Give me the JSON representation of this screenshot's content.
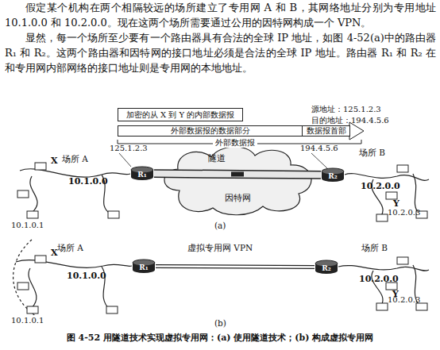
{
  "diagram": {
    "caption": "图 4-52 用隧道技术实现虚拟专用网：(a) 使用隧道技术；(b) 构成虚拟专用网",
    "nodes": [
      {
        "text": [
          "加密的从 X 到 Y 的内部数据报"
        ]
      },
      {
        "text": [
          "外部数据报的数据部分"
        ]
      },
      {
        "text": [
          "数据报首部"
        ]
      },
      {
        "text": [
          "因特网"
        ]
      },
      {
        "text": [
          "R₁"
        ]
      },
      {
        "text": [
          "R₂"
        ]
      },
      {
        "text": [
          "R₁"
        ]
      },
      {
        "text": [
          "R₂"
        ]
      }
    ],
    "edges": [
      {
        "from": 4,
        "to": 5,
        "arrow": "none",
        "label": "隧道"
      },
      {
        "from": 6,
        "to": 7,
        "arrow": "none",
        "label": "虚拟专用网 VPN"
      }
    ],
    "labels": [
      "假定某个机构在两个相隔较远的场所建立了专用网 A 和 B，其网络地址分别为专用地址 10.1.0.0 和 10.2.0.0。现在这两个场所需要通过公用的因特网构成一个 VPN。",
      "显然，每一个场所至少要有一个路由器具有合法的全球 IP 地址，如图 4-52(a)中的路由器 R₁ 和 R₂。这两个路由器和因特网的接口地址必须是合法的全球 IP 地址。路由器 R₁ 和 R₂ 在和专用网内部网络的接口地址则是专用网的本地地址。",
      "源地址：125.1.2.3",
      "目的地址：194.4.5.6",
      "外部数据报",
      "场所 A",
      "125.1.2.3",
      "194.4.5.6",
      "场所 B",
      "X",
      "10.1.0.0",
      "10.1.0.1",
      "10.2.0.0",
      "Y",
      "10.2.0.3",
      "(a)",
      "场所 A",
      "场所 B",
      "10.1.0.0",
      "X",
      "10.1.0.1",
      "10.2.0.0",
      "Y",
      "10.2.0.3",
      "(b)"
    ]
  }
}
